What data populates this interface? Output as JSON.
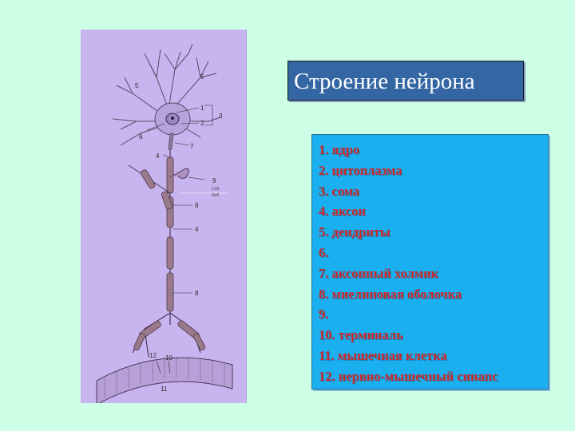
{
  "slide": {
    "background": "#ccffe6",
    "title": "Строение нейрона",
    "title_box_color": "#3366a3",
    "legend_box_color": "#1ab0f0",
    "legend_text_color": "#cc2a2a"
  },
  "figure": {
    "background": "#c8b4ee",
    "labels": {
      "dendrites_left": "5",
      "dendrites_right": "5",
      "nucleus": "1",
      "cytoplasm": "2",
      "soma_bracket": "3",
      "label_6": "6",
      "axon_hillock": "7",
      "axon_top": "4",
      "synapse_9": "9",
      "myelin_top": "8",
      "axon_middle": "4",
      "myelin_bottom": "8",
      "nmj": "12",
      "terminal": "10",
      "muscle": "11"
    },
    "small_text": [
      "СнБ",
      "ЯнБ"
    ]
  },
  "legend": {
    "items": [
      "1. ядро",
      "2. цитоплазма",
      "3. сома",
      "4. аксон",
      "5. дендриты",
      "6.",
      "7. аксонный холмик",
      "8. миелиновая оболочка",
      "9.",
      "10. терминаль",
      "11. мышечная клетка",
      "12. нервно-мышечный синапс"
    ]
  }
}
